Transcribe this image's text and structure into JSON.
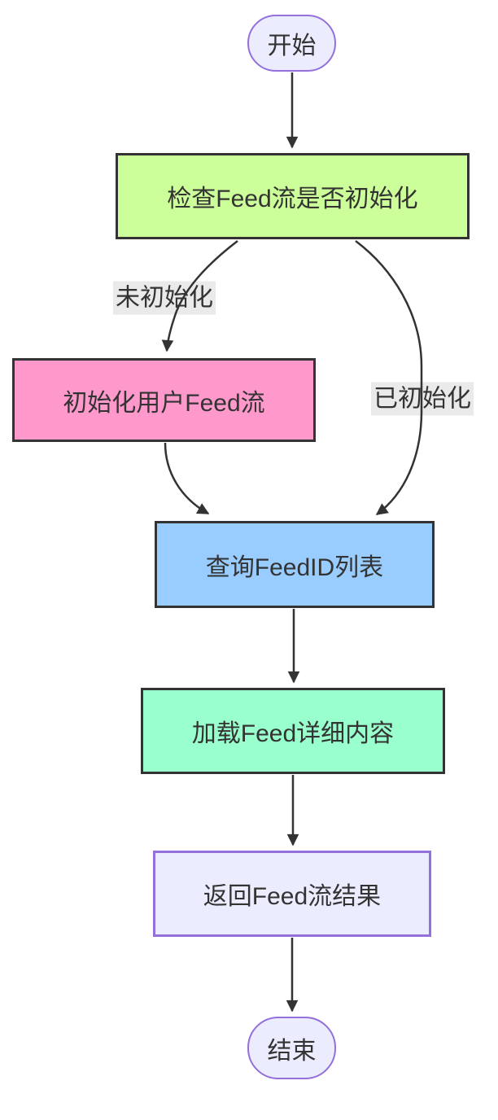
{
  "diagram": {
    "type": "flowchart",
    "direction": "top-down",
    "nodes": [
      {
        "id": "start",
        "label": "开始",
        "shape": "stadium",
        "fill": "#ECECFF",
        "border": "#9370DB"
      },
      {
        "id": "check",
        "label": "检查Feed流是否初始化",
        "shape": "rect",
        "fill": "#CCFF99",
        "border": "#333333"
      },
      {
        "id": "init",
        "label": "初始化用户Feed流",
        "shape": "rect",
        "fill": "#FF99CC",
        "border": "#333333"
      },
      {
        "id": "query",
        "label": "查询FeedID列表",
        "shape": "rect",
        "fill": "#99CCFF",
        "border": "#333333"
      },
      {
        "id": "load",
        "label": "加载Feed详细内容",
        "shape": "rect",
        "fill": "#99FFCC",
        "border": "#333333"
      },
      {
        "id": "result",
        "label": "返回Feed流结果",
        "shape": "rect",
        "fill": "#ECECFF",
        "border": "#9370DB"
      },
      {
        "id": "end",
        "label": "结束",
        "shape": "stadium",
        "fill": "#ECECFF",
        "border": "#9370DB"
      }
    ],
    "edges": [
      {
        "from": "start",
        "to": "check",
        "label": ""
      },
      {
        "from": "check",
        "to": "init",
        "label": "未初始化"
      },
      {
        "from": "check",
        "to": "query",
        "label": "已初始化"
      },
      {
        "from": "init",
        "to": "query",
        "label": ""
      },
      {
        "from": "query",
        "to": "load",
        "label": ""
      },
      {
        "from": "load",
        "to": "result",
        "label": ""
      },
      {
        "from": "result",
        "to": "end",
        "label": ""
      }
    ],
    "colors": {
      "line": "#333333",
      "text": "#333333",
      "edge_label_bg": "#e8e8e8",
      "node_green": "#CCFF99",
      "node_pink": "#FF99CC",
      "node_blue": "#99CCFF",
      "node_mint": "#99FFCC",
      "node_lavender": "#ECECFF",
      "purple_border": "#9370DB"
    }
  }
}
